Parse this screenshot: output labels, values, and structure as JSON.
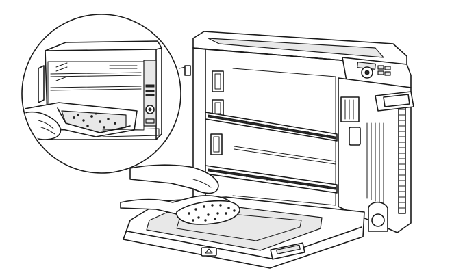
{
  "figure": {
    "kind": "line-illustration",
    "subject": "countertop-oven-cleaning",
    "icon": "oven-open-door-illustration"
  }
}
